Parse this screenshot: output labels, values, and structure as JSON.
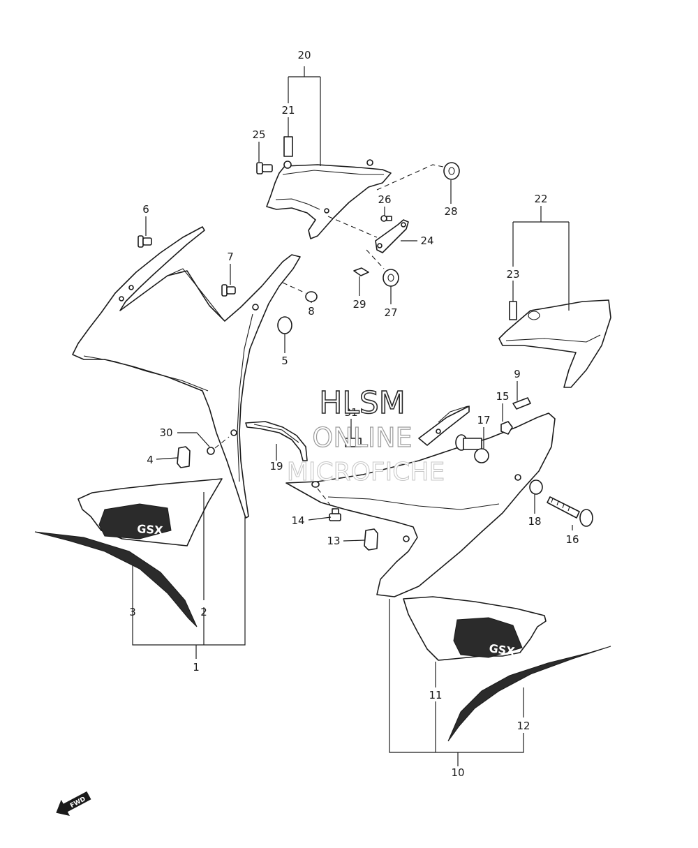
{
  "watermark": {
    "line1": "HLSM",
    "line2": "ONLINE",
    "line3": "MICROFICHE"
  },
  "direction_marker": {
    "label": "FWD",
    "icon": "forward-arrow-icon"
  },
  "callouts": {
    "c1": "1",
    "c2": "2",
    "c3": "3",
    "c4": "4",
    "c5": "5",
    "c6": "6",
    "c7": "7",
    "c8": "8",
    "c9": "9",
    "c10": "10",
    "c11": "11",
    "c12": "12",
    "c13": "13",
    "c14": "14",
    "c15": "15",
    "c16": "16",
    "c17": "17",
    "c18": "18",
    "c19": "19",
    "c20": "20",
    "c21": "21",
    "c22": "22",
    "c23": "23",
    "c24": "24",
    "c25": "25",
    "c26": "26",
    "c27": "27",
    "c28": "28",
    "c29": "29",
    "c30": "30",
    "c31": "31"
  },
  "decals": {
    "badge": "GSX"
  }
}
